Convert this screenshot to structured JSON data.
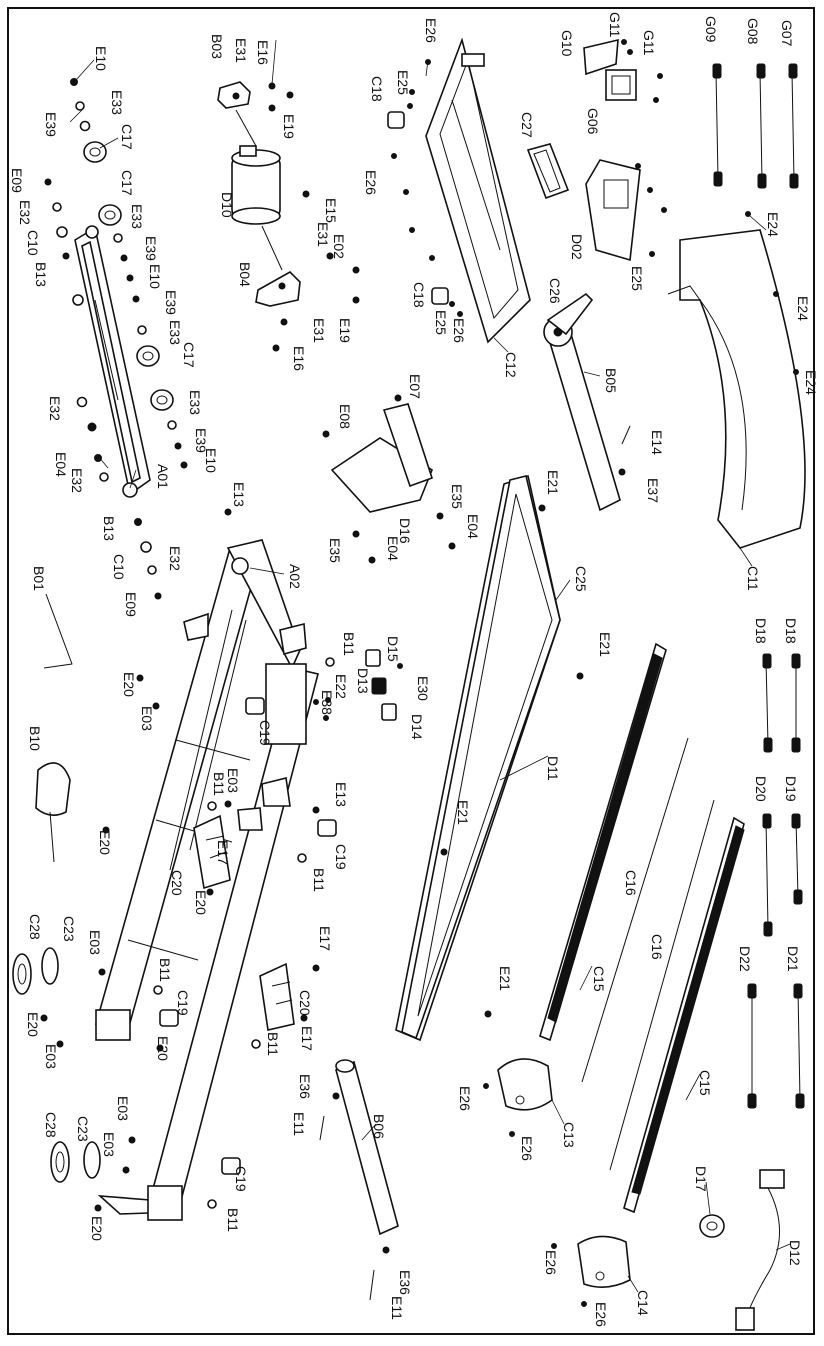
{
  "diagram": {
    "colors": {
      "ink": "#111111",
      "paper": "#ffffff"
    },
    "labels": {
      "E10a": "E10",
      "E33a": "E33",
      "E39a": "E39",
      "C17a": "C17",
      "E09a": "E09",
      "E32a": "E32",
      "C10a": "C10",
      "B13a": "B13",
      "C17b": "C17",
      "E33b": "E33",
      "E39b": "E39",
      "E10b": "E10",
      "E39c": "E39",
      "E33c": "E33",
      "C17c": "C17",
      "E33d": "E33",
      "E39d": "E39",
      "E10c": "E10",
      "E32b": "E32",
      "E04a": "E04",
      "E32c": "E32",
      "A01": "A01",
      "B13b": "B13",
      "C10b": "C10",
      "E32d": "E32",
      "E09b": "E09",
      "B03": "B03",
      "E31a": "E31",
      "E16a": "E16",
      "E19a": "E19",
      "D10": "D10",
      "E15": "E15",
      "E31b": "E31",
      "E02": "E02",
      "B04": "B04",
      "E19b": "E19",
      "E31c": "E31",
      "E16b": "E16",
      "E26a": "E26",
      "E25a": "E25",
      "C18a": "C18",
      "E26b": "E26",
      "C27": "C27",
      "C18b": "C18",
      "E25b": "E25",
      "E26c": "E26",
      "C12": "C12",
      "G11a": "G11",
      "G10": "G10",
      "G11b": "G11",
      "G06": "G06",
      "D02": "D02",
      "E25c": "E25",
      "G09": "G09",
      "G08": "G08",
      "G07": "G07",
      "E24a": "E24",
      "E24b": "E24",
      "E24c": "E24",
      "C11": "C11",
      "C26": "C26",
      "B05": "B05",
      "E14": "E14",
      "E37": "E37",
      "E07": "E07",
      "E08": "E08",
      "D16": "D16",
      "E35a": "E35",
      "E04b": "E04",
      "E04c": "E04",
      "E35b": "E35",
      "E13a": "E13",
      "A02": "A02",
      "B01": "B01",
      "B11a": "B11",
      "D15": "D15",
      "E22": "E22",
      "E38": "E38",
      "D13": "D13",
      "E30": "E30",
      "D14": "D14",
      "C19a": "C19",
      "E20a": "E20",
      "E03a": "E03",
      "B10": "B10",
      "E13b": "E13",
      "B11b": "B11",
      "E03b": "E03",
      "E17a": "E17",
      "C19b": "C19",
      "C20a": "C20",
      "E20b": "E20",
      "E20c": "E20",
      "B11c": "B11",
      "C28a": "C28",
      "C23a": "C23",
      "E03c": "E03",
      "B11d": "B11",
      "C19c": "C19",
      "E20d": "E20",
      "E03d": "E03",
      "E20e": "E20",
      "C20b": "C20",
      "E17b": "E17",
      "E17c": "E17",
      "B11e": "B11",
      "C28b": "C28",
      "C23b": "C23",
      "E03e": "E03",
      "E03f": "E03",
      "C19d": "C19",
      "E20f": "E20",
      "B11f": "B11",
      "E21a": "E21",
      "C25": "C25",
      "E21b": "E21",
      "D11": "D11",
      "E21c": "E21",
      "E21d": "E21",
      "C16a": "C16",
      "C16b": "C16",
      "C15a": "C15",
      "C15b": "C15",
      "D18a": "D18",
      "D18b": "D18",
      "D20": "D20",
      "D19": "D19",
      "D22": "D22",
      "D21": "D21",
      "E36a": "E36",
      "E11a": "E11",
      "B06": "B06",
      "E36b": "E36",
      "E11b": "E11",
      "E26d": "E26",
      "E26e": "E26",
      "C13": "C13",
      "E26f": "E26",
      "E26g": "E26",
      "C14": "C14",
      "D17": "D17",
      "D12": "D12"
    }
  }
}
